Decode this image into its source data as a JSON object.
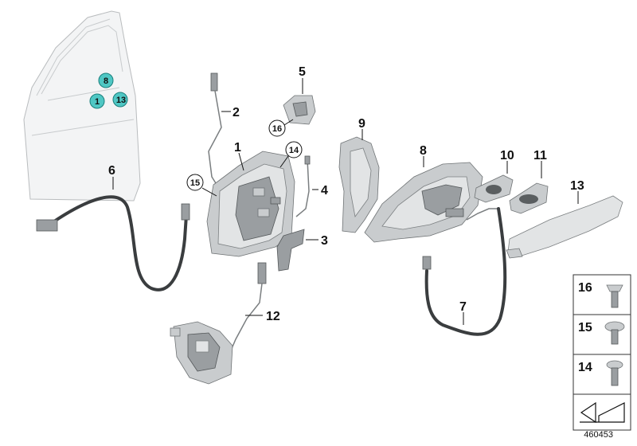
{
  "callouts": {
    "c1": "1",
    "c2": "2",
    "c3": "3",
    "c4": "4",
    "c5": "5",
    "c6": "6",
    "c7": "7",
    "c8": "8",
    "c9": "9",
    "c10": "10",
    "c11": "11",
    "c12": "12",
    "c13": "13"
  },
  "circled_refs": {
    "r14": "14",
    "r15": "15",
    "r16": "16"
  },
  "door_markers": {
    "m8": "8",
    "m1": "1",
    "m13": "13"
  },
  "legend": {
    "row16": "16",
    "row15": "15",
    "row14": "14"
  },
  "doc_number": "460453",
  "colors": {
    "marker_fill": "#4fc7c4",
    "marker_stroke": "#1a7f7c"
  }
}
